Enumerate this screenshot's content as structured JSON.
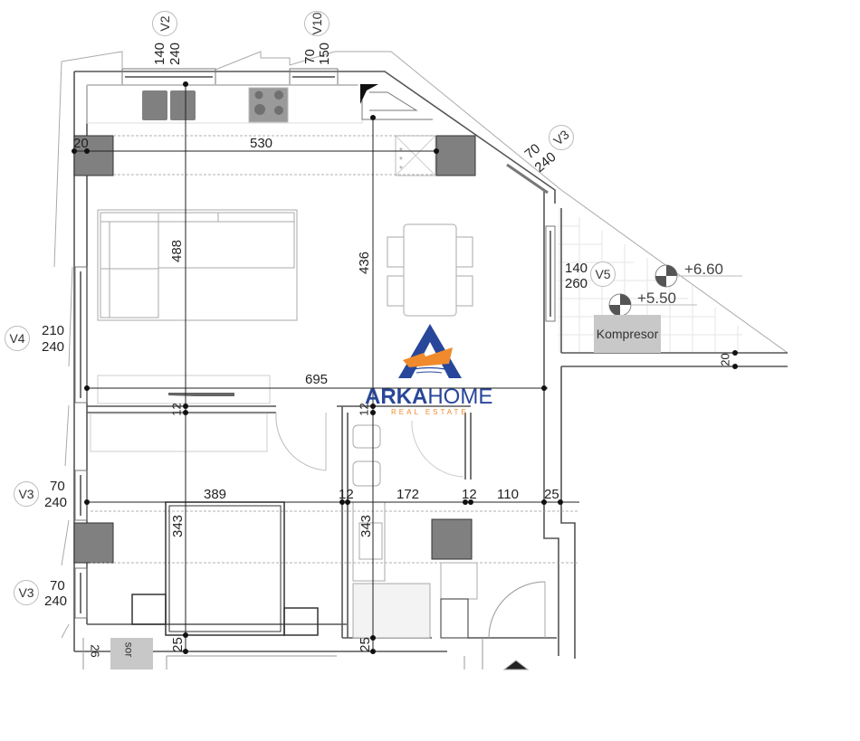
{
  "plan": {
    "title": "Apartment floor plan",
    "colors": {
      "wall": "#555555",
      "dim_line": "#222222",
      "furniture": "#9a9a9a",
      "column_fill": "#808080",
      "terrace_grid": "#e4e4e4",
      "logo_blue": "#28479a",
      "logo_orange": "#f08a2c"
    },
    "dimensions": {
      "wall_left": "20",
      "kitchen_width": "530",
      "living_height": "488",
      "dining_height": "436",
      "total_width": "695",
      "partition_1": "12",
      "partition_2": "12",
      "bedroom_width": "389",
      "partition_3": "12",
      "bath_width": "172",
      "partition_4": "12",
      "corridor_width": "110",
      "wall_right": "25",
      "bedroom_height": "343",
      "bath_height": "343",
      "bottom_wall_1": "25",
      "bottom_wall_2": "25",
      "terrace_wall": "20",
      "lower_unit": "26"
    },
    "windows": [
      {
        "tag": "V2",
        "width": "140",
        "height": "240"
      },
      {
        "tag": "V10",
        "width": "70",
        "height": "150"
      },
      {
        "tag": "V3",
        "width": "70",
        "height": "240",
        "position": "diagonal"
      },
      {
        "tag": "V5",
        "width": "140",
        "height": "260"
      },
      {
        "tag": "V4",
        "width": "210",
        "height": "240"
      },
      {
        "tag": "V3",
        "width": "70",
        "height": "240",
        "position": "bedroom-upper"
      },
      {
        "tag": "V3",
        "width": "70",
        "height": "240",
        "position": "bedroom-lower"
      }
    ],
    "elevations": [
      "+6.60",
      "+5.50"
    ],
    "equipment": {
      "compressor": "Kompresor",
      "compressor_lower": "sor"
    }
  },
  "logo": {
    "brand_bold": "ARKA",
    "brand_light": "HOME",
    "tagline": "REAL ESTATE"
  }
}
